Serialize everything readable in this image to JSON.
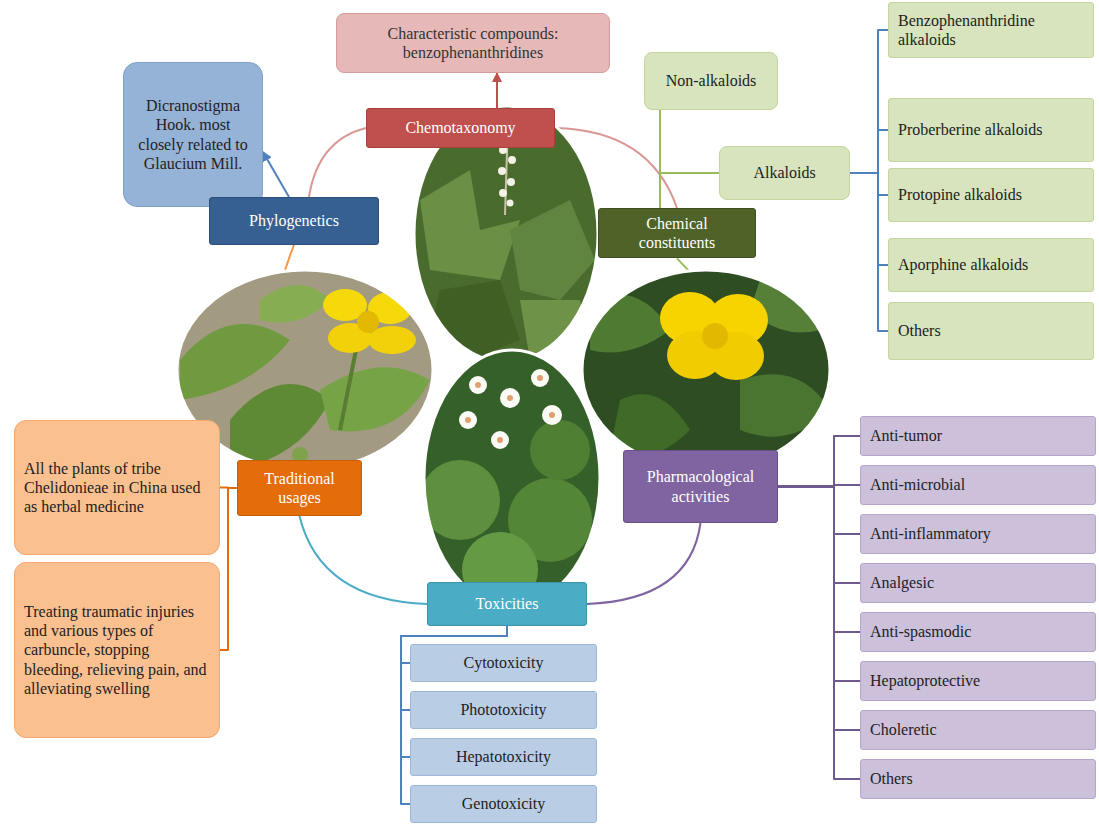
{
  "diagram": {
    "nodes": [
      {
        "text": [
          "Characteristic compounds: benzophenanthridines"
        ]
      },
      {
        "text": [
          "Dicranostigma Hook. most closely related to Glaucium Mill."
        ]
      },
      {
        "text": [
          "Chemotaxonomy"
        ]
      },
      {
        "text": [
          "Non-alkaloids"
        ]
      },
      {
        "text": [
          "Alkaloids"
        ]
      },
      {
        "text": [
          "Benzophenanthridine alkaloids"
        ]
      },
      {
        "text": [
          "Proberberine alkaloids"
        ]
      },
      {
        "text": [
          "Protopine alkaloids"
        ]
      },
      {
        "text": [
          "Aporphine alkaloids"
        ]
      },
      {
        "text": [
          "Others"
        ]
      },
      {
        "text": [
          "Phylogenetics"
        ]
      },
      {
        "text": [
          "Chemical constituents"
        ]
      },
      {
        "text": [
          "All the plants of tribe Chelidonieae in China used as herbal medicine"
        ]
      },
      {
        "text": [
          "Traditional usages"
        ]
      },
      {
        "text": [
          "Pharmacological activities"
        ]
      },
      {
        "text": [
          "Anti-tumor"
        ]
      },
      {
        "text": [
          "Anti-microbial"
        ]
      },
      {
        "text": [
          "Anti-inflammatory"
        ]
      },
      {
        "text": [
          "Analgesic"
        ]
      },
      {
        "text": [
          "Anti-spasmodic"
        ]
      },
      {
        "text": [
          "Hepatoprotective"
        ]
      },
      {
        "text": [
          "Choleretic"
        ]
      },
      {
        "text": [
          "Others"
        ]
      },
      {
        "text": [
          "Treating traumatic injuries and various types of carbuncle, stopping bleeding, relieving pain, and alleviating swelling"
        ]
      },
      {
        "text": [
          "Toxicities"
        ]
      },
      {
        "text": [
          "Cytotoxicity"
        ]
      },
      {
        "text": [
          "Phototoxicity"
        ]
      },
      {
        "text": [
          "Hepatotoxicity"
        ]
      },
      {
        "text": [
          "Genotoxicity"
        ]
      }
    ],
    "edges": [
      {
        "from": 2,
        "to": 0,
        "arrow": "to"
      },
      {
        "from": 10,
        "to": 1,
        "arrow": "to"
      },
      {
        "from": 11,
        "to": 3,
        "arrow": "none"
      },
      {
        "from": 11,
        "to": 4,
        "arrow": "none"
      },
      {
        "from": 4,
        "to": 5,
        "arrow": "none"
      },
      {
        "from": 4,
        "to": 6,
        "arrow": "none"
      },
      {
        "from": 4,
        "to": 7,
        "arrow": "none"
      },
      {
        "from": 4,
        "to": 8,
        "arrow": "none"
      },
      {
        "from": 4,
        "to": 9,
        "arrow": "none"
      },
      {
        "from": 14,
        "to": 15,
        "arrow": "none"
      },
      {
        "from": 14,
        "to": 16,
        "arrow": "none"
      },
      {
        "from": 14,
        "to": 17,
        "arrow": "none"
      },
      {
        "from": 14,
        "to": 18,
        "arrow": "none"
      },
      {
        "from": 14,
        "to": 19,
        "arrow": "none"
      },
      {
        "from": 14,
        "to": 20,
        "arrow": "none"
      },
      {
        "from": 14,
        "to": 21,
        "arrow": "none"
      },
      {
        "from": 14,
        "to": 22,
        "arrow": "none"
      },
      {
        "from": 24,
        "to": 25,
        "arrow": "none"
      },
      {
        "from": 24,
        "to": 26,
        "arrow": "none"
      },
      {
        "from": 24,
        "to": 27,
        "arrow": "none"
      },
      {
        "from": 24,
        "to": 28,
        "arrow": "none"
      },
      {
        "from": 13,
        "to": 12,
        "arrow": "none"
      },
      {
        "from": 13,
        "to": 23,
        "arrow": "none"
      },
      {
        "from": 10,
        "to": 2,
        "arrow": "none"
      },
      {
        "from": 2,
        "to": 11,
        "arrow": "none"
      },
      {
        "from": 11,
        "to": 14,
        "arrow": "none"
      },
      {
        "from": 14,
        "to": 24,
        "arrow": "none"
      },
      {
        "from": 24,
        "to": 13,
        "arrow": "none"
      },
      {
        "from": 13,
        "to": 10,
        "arrow": "none"
      }
    ]
  }
}
